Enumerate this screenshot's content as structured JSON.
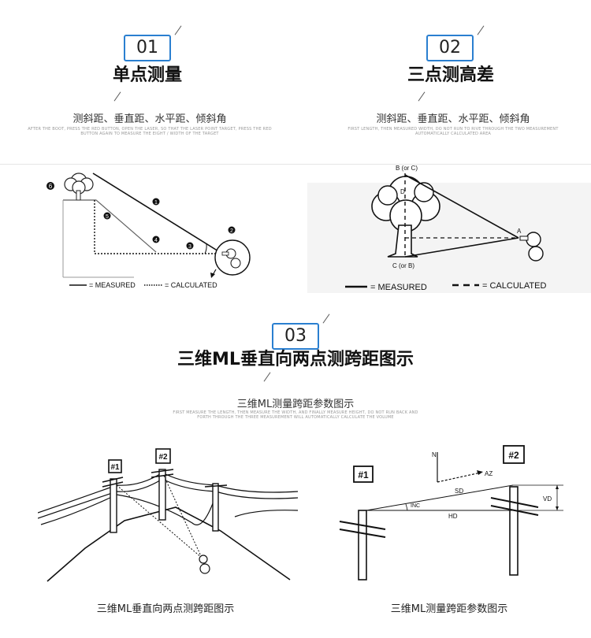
{
  "section1": {
    "number": "01",
    "title": "单点测量",
    "subtitle": "测斜距、垂直距、水平距、倾斜角",
    "description": "AFTER THE BOOT, PRESS THE RED BUTTON, OPEN THE LASER, SO THAT THE LASER POINT TARGET, PRESS THE RED BUTTON AGAIN TO MEASURE THE EIGHT / WIDTH OF THE TARGET",
    "diagram": {
      "markers": [
        "6",
        "5",
        "4",
        "3",
        "2",
        "1"
      ],
      "legend_measured": "= MEASURED",
      "legend_calculated": "= CALCULATED"
    }
  },
  "section2": {
    "number": "02",
    "title": "三点测高差",
    "subtitle": "测斜距、垂直距、水平距、倾斜角",
    "description": "FIRST LENGTH, THEN MEASURED WIDTH, DO NOT RUN TO RIVE THROUGH THE TWO MEASUREMENT AUTOMATICALLY CALCULATED AREA",
    "diagram": {
      "label_top": "B (or C)",
      "label_d": "D",
      "label_a": "A",
      "label_bottom": "C (or B)",
      "legend_measured": "= MEASURED",
      "legend_calculated": "= CALCULATED"
    }
  },
  "section3": {
    "number": "03",
    "title": "三维ML垂直向两点测跨距图示",
    "subtitle": "三维ML测量跨距参数图示",
    "description": "FIRST MEASURE THE LENGTH, THEN MEASURE THE WIDTH, AND FINALLY MEASURE HEIGHT, DO NOT RUN BACK AND FORTH THROUGH THE THREE MEASUREMENT WILL AUTOMATICALLY CALCULATE THE VOLUME",
    "left_diagram": {
      "pole1": "#1",
      "pole2": "#2"
    },
    "right_diagram": {
      "pole1": "#1",
      "pole2": "#2",
      "n": "N",
      "az": "AZ",
      "sd": "SD",
      "inc": "INC",
      "hd": "HD",
      "vd": "VD"
    },
    "caption_left": "三维ML垂直向两点测跨距图示",
    "caption_right": "三维ML测量跨距参数图示"
  }
}
